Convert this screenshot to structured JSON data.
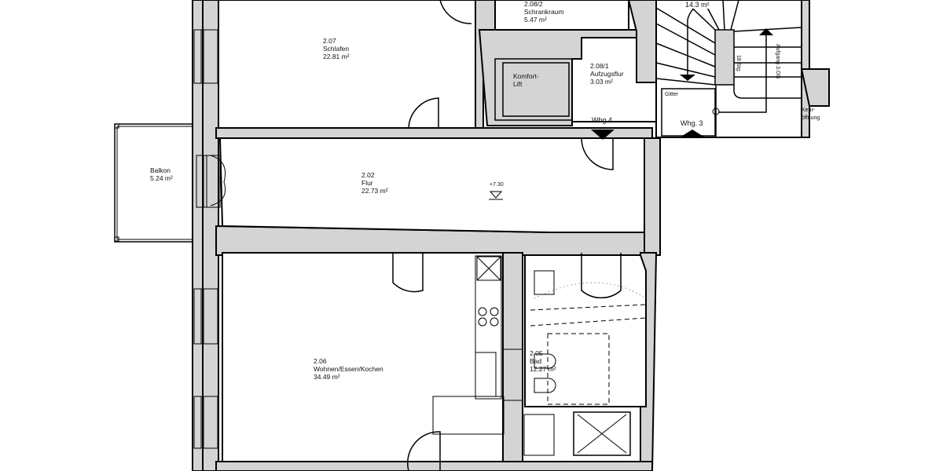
{
  "rooms": [
    {
      "number": "2.07",
      "name": "Schlafen",
      "area": "22.81 m²"
    },
    {
      "number": "2.08/2",
      "name": "Schrankraum",
      "area": "5.47 m²"
    },
    {
      "number": "2.08/1",
      "name": "Aufzugsflur",
      "area": "3.03 m²"
    },
    {
      "number": "2.02",
      "name": "Flur",
      "area": "22.73 m²"
    },
    {
      "number": "2.06",
      "name": "Wohnen/Essen/Kochen",
      "area": "34.49 m²"
    },
    {
      "number": "2.05",
      "name": "Bad",
      "area": "12.27 m²"
    }
  ],
  "balcony": {
    "name": "Balkon",
    "area": "5.24 m²"
  },
  "stair": {
    "area": "14.3 m²",
    "steps": "18 Stg.",
    "direction": "Aufgang 3.OG"
  },
  "lift": {
    "name": "Komfort-\nLift"
  },
  "lift_line1": "Komfort-",
  "lift_line2": "Lift",
  "gitter": "Gitter",
  "kehr_line1": "Kehr-",
  "kehr_line2": "öffnung",
  "apartments": {
    "whg4": "Whg.4",
    "whg3": "Whg. 3"
  },
  "level": "+7.30",
  "colors": {
    "wall": "#d4d4d4",
    "line": "#000000"
  }
}
